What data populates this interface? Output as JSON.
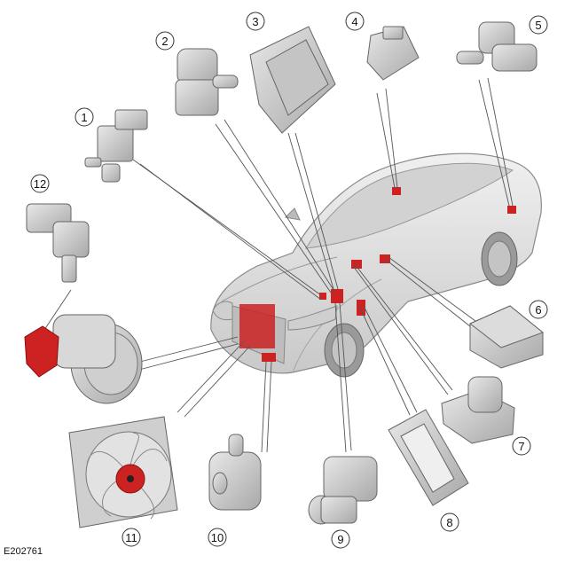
{
  "figure_id": "E202761",
  "callouts": [
    "1",
    "2",
    "3",
    "4",
    "5",
    "6",
    "7",
    "8",
    "9",
    "10",
    "11",
    "12"
  ],
  "colors": {
    "highlight": "#cc2222",
    "part_fill": "#d4d4d4",
    "part_stroke": "#666666",
    "car_fill": "#e6e6e6",
    "leader": "#555555"
  }
}
